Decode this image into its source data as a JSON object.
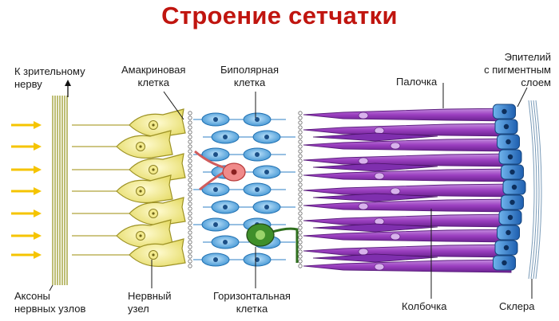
{
  "title": "Строение сетчатки",
  "labels": {
    "optic_nerve": "К зрительному\nнерву",
    "amacrine": "Амакриновая\nклетка",
    "bipolar": "Биполярная\nклетка",
    "rod": "Палочка",
    "epithelium": "Эпителий\nс пигментным\nслоем",
    "axons": "Аксоны\nнервных узлов",
    "ganglion": "Нервный\nузел",
    "horizontal": "Горизонтальная\nклетка",
    "cone": "Колбочка",
    "sclera": "Склера"
  },
  "colors": {
    "title": "#c0150f",
    "ganglion": "#f2ec9a",
    "bipolar": "#58a8e0",
    "amacrine": "#f08a8a",
    "horizontal": "#3f8f2a",
    "rods": "#9b3fc0",
    "epithelium": "#2a74c8",
    "arrows": "#f5c400"
  }
}
